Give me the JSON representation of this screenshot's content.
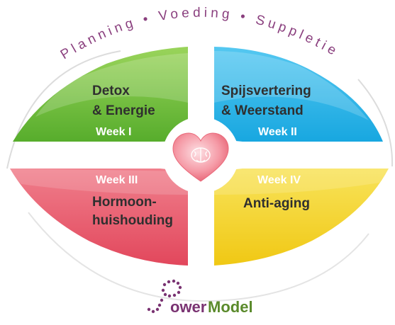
{
  "header": {
    "arc_text": "Planning • Voeding • Suppletie"
  },
  "quadrants": [
    {
      "id": "q1",
      "line1": "Detox",
      "line2": "& Energie",
      "week": "Week I",
      "color": "#6cbf3b"
    },
    {
      "id": "q2",
      "line1": "Spijsvertering",
      "line2": "& Weerstand",
      "week": "Week II",
      "color": "#29b6e8"
    },
    {
      "id": "q3",
      "line1": "Hormoon-",
      "line2": "huishouding",
      "week": "Week III",
      "color": "#e8586a"
    },
    {
      "id": "q4",
      "line1": "Anti-aging",
      "line2": "",
      "week": "Week IV",
      "color": "#f2d11c"
    }
  ],
  "center": {
    "icon": "heart-brain-icon",
    "heart_color": "#f07b8a"
  },
  "logo": {
    "part1": "ower",
    "part2": "Model",
    "color1": "#7a3372",
    "color2": "#5a8a2b"
  }
}
